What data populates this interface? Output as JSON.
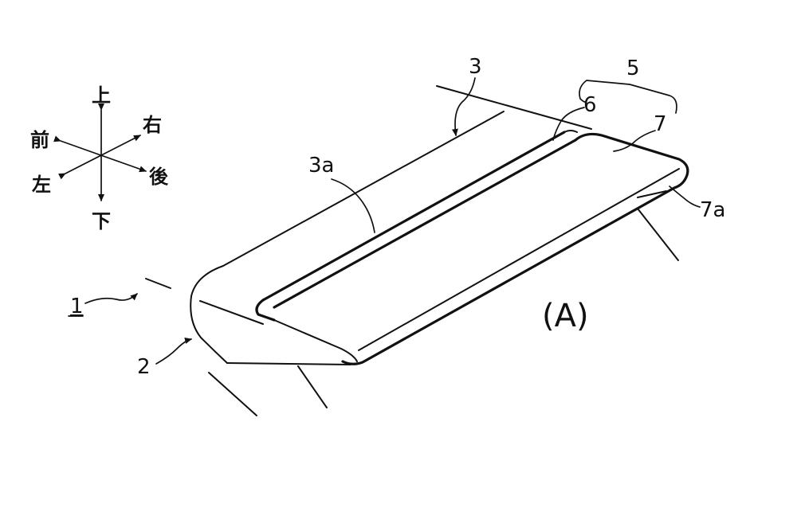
{
  "compass": {
    "up": "上",
    "down": "下",
    "front": "前",
    "rear": "後",
    "left": "左",
    "right": "右"
  },
  "labels": {
    "ref_1": "1",
    "ref_2": "2",
    "ref_3": "3",
    "ref_3a": "3a",
    "ref_5": "5",
    "ref_6": "6",
    "ref_7": "7",
    "ref_7a": "7a"
  },
  "figure_label": "(A)",
  "colors": {
    "ink": "#111111",
    "paper": "#ffffff"
  }
}
